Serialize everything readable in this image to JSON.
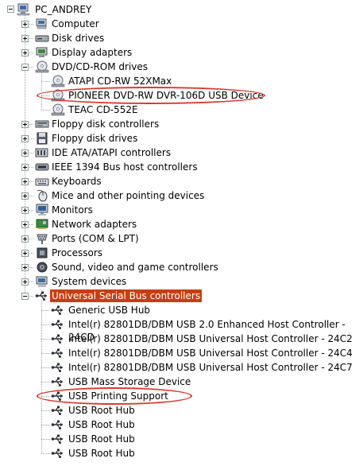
{
  "root": {
    "label": "PC_ANDREY",
    "icon": "computer-root-icon"
  },
  "categories": [
    {
      "label": "Computer",
      "icon": "computer-icon",
      "expanded": false
    },
    {
      "label": "Disk drives",
      "icon": "disk-drive-icon",
      "expanded": false
    },
    {
      "label": "Display adapters",
      "icon": "display-adapter-icon",
      "expanded": false
    },
    {
      "label": "DVD/CD-ROM drives",
      "icon": "cdrom-icon",
      "expanded": true,
      "children": [
        "ATAPI CD-RW 52XMax",
        "PIONEER DVD-RW  DVR-106D USB Device",
        "TEAC CD-552E"
      ]
    },
    {
      "label": "Floppy disk controllers",
      "icon": "floppy-controller-icon",
      "expanded": false
    },
    {
      "label": "Floppy disk drives",
      "icon": "floppy-drive-icon",
      "expanded": false
    },
    {
      "label": "IDE ATA/ATAPI controllers",
      "icon": "ide-controller-icon",
      "expanded": false
    },
    {
      "label": "IEEE 1394 Bus host controllers",
      "icon": "ieee1394-icon",
      "expanded": false
    },
    {
      "label": "Keyboards",
      "icon": "keyboard-icon",
      "expanded": false
    },
    {
      "label": "Mice and other pointing devices",
      "icon": "mouse-icon",
      "expanded": false
    },
    {
      "label": "Monitors",
      "icon": "monitor-icon",
      "expanded": false
    },
    {
      "label": "Network adapters",
      "icon": "network-adapter-icon",
      "expanded": false
    },
    {
      "label": "Ports (COM & LPT)",
      "icon": "port-icon",
      "expanded": false
    },
    {
      "label": "Processors",
      "icon": "processor-icon",
      "expanded": false
    },
    {
      "label": "Sound, video and game controllers",
      "icon": "sound-icon",
      "expanded": false
    },
    {
      "label": "System devices",
      "icon": "system-device-icon",
      "expanded": false
    },
    {
      "label": "Universal Serial Bus controllers",
      "icon": "usb-icon",
      "expanded": true,
      "selected": true,
      "children": [
        "Generic USB Hub",
        "Intel(r) 82801DB/DBM USB 2.0 Enhanced Host Controller - 24CD",
        "Intel(r) 82801DB/DBM USB Universal Host Controller - 24C2",
        "Intel(r) 82801DB/DBM USB Universal Host Controller - 24C4",
        "Intel(r) 82801DB/DBM USB Universal Host Controller - 24C7",
        "USB Mass Storage Device",
        "USB Printing Support",
        "USB Root Hub",
        "USB Root Hub",
        "USB Root Hub",
        "USB Root Hub"
      ]
    }
  ],
  "colors": {
    "selection": "#c63f10",
    "highlight_ellipse": "#d9392b",
    "tree_lines": "#a0a0a0"
  },
  "highlighted_items": [
    "PIONEER DVD-RW  DVR-106D USB Device",
    "USB Printing Support"
  ]
}
